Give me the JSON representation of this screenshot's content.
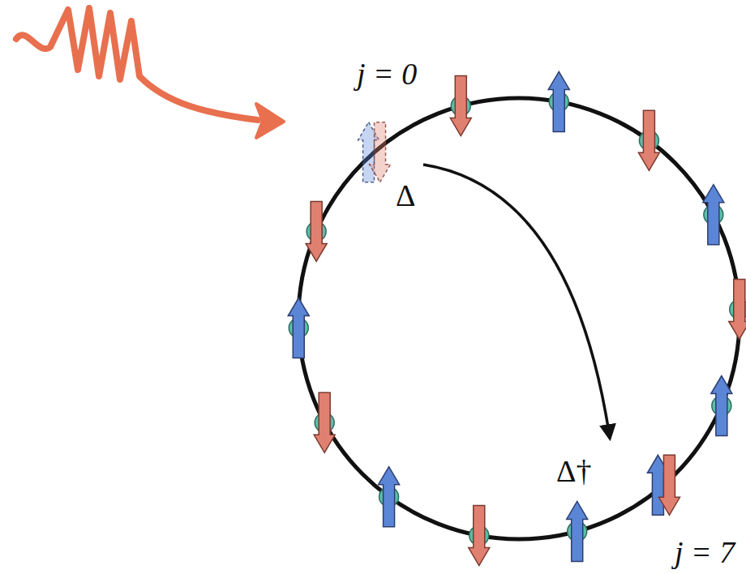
{
  "diagram": {
    "labels": [
      "j = 0",
      "Δ",
      "Δ†",
      "j = 7"
    ]
  }
}
